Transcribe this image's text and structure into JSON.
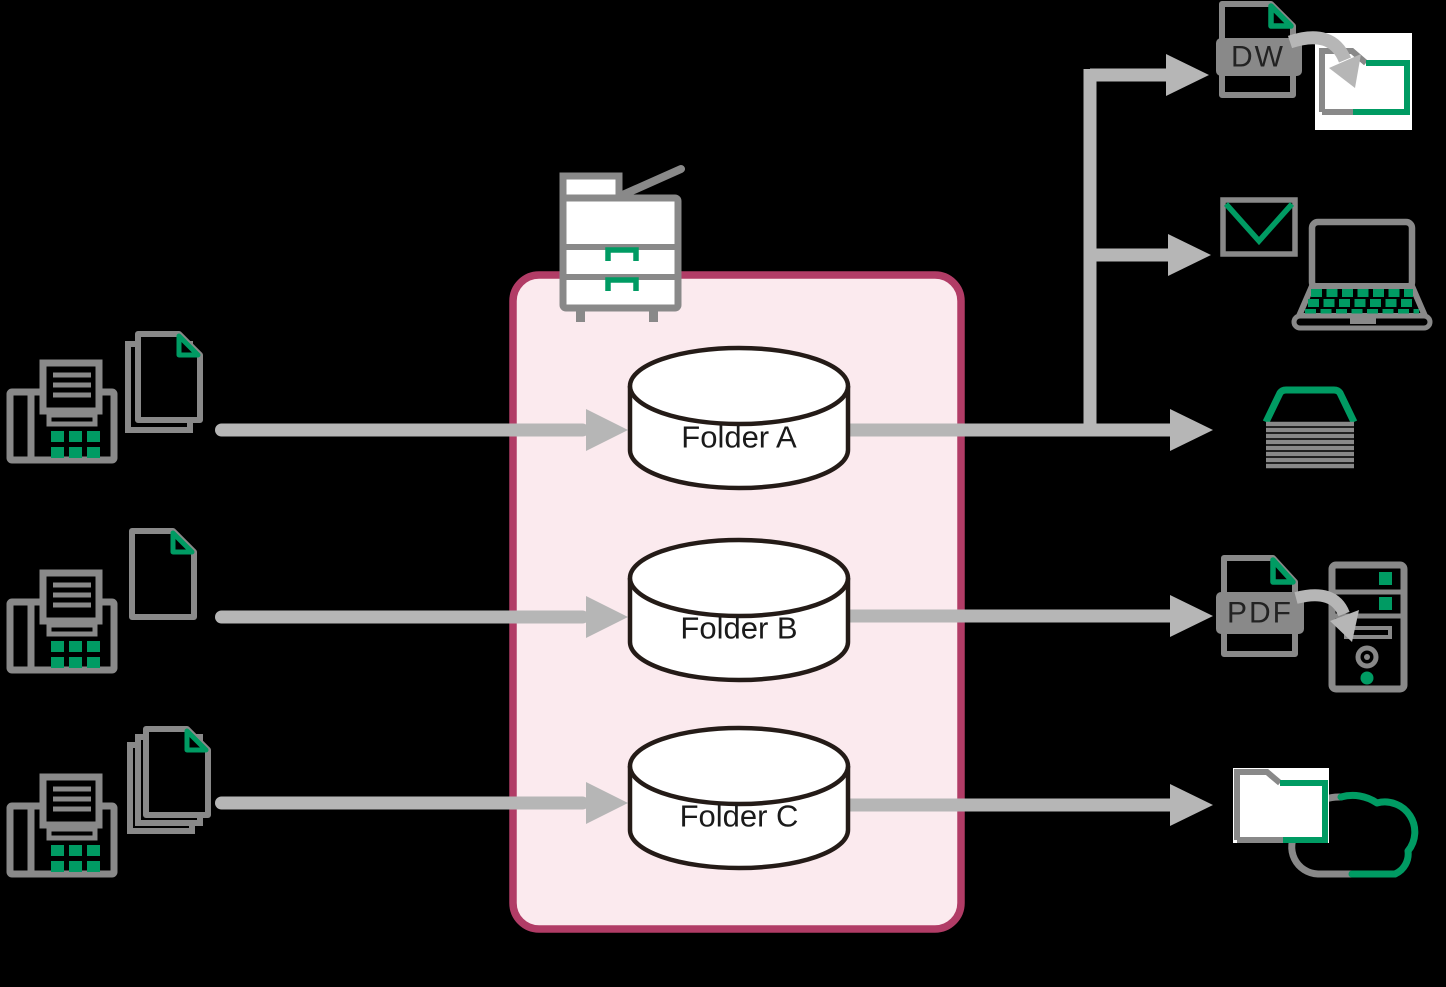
{
  "colors": {
    "background": "#000000",
    "accent_green": "#009b63",
    "icon_gray": "#898989",
    "arrow_gray": "#b6b6b6",
    "hub_border": "#b13c66",
    "hub_fill": "#fbeaee",
    "cylinder_outline": "#241b17",
    "cylinder_fill": "#ffffff",
    "label_text": "#1a1a1a"
  },
  "diagram": {
    "hub": {
      "device_icon": "multifunction-printer-icon",
      "folders": [
        {
          "label": "Folder A"
        },
        {
          "label": "Folder B"
        },
        {
          "label": "Folder C"
        }
      ]
    },
    "sources": [
      {
        "id": "fax-source-1",
        "icons": [
          "fax-machine-icon",
          "document-stack-2-icon"
        ]
      },
      {
        "id": "fax-source-2",
        "icons": [
          "fax-machine-icon",
          "document-single-icon"
        ]
      },
      {
        "id": "fax-source-3",
        "icons": [
          "fax-machine-icon",
          "document-stack-3-icon"
        ]
      }
    ],
    "destinations": [
      {
        "id": "docuworks-file-to-folder",
        "badge": "DW",
        "icons": [
          "docuworks-file-icon",
          "curved-arrow-icon",
          "folder-icon"
        ]
      },
      {
        "id": "email-to-laptop",
        "icons": [
          "email-envelope-icon",
          "laptop-icon"
        ]
      },
      {
        "id": "paper-output-tray",
        "icons": [
          "paper-stack-icon"
        ]
      },
      {
        "id": "pdf-file-to-server",
        "badge": "PDF",
        "icons": [
          "pdf-file-icon",
          "curved-arrow-icon",
          "server-icon"
        ]
      },
      {
        "id": "folder-to-cloud",
        "icons": [
          "folder-icon",
          "cloud-icon"
        ]
      }
    ]
  }
}
